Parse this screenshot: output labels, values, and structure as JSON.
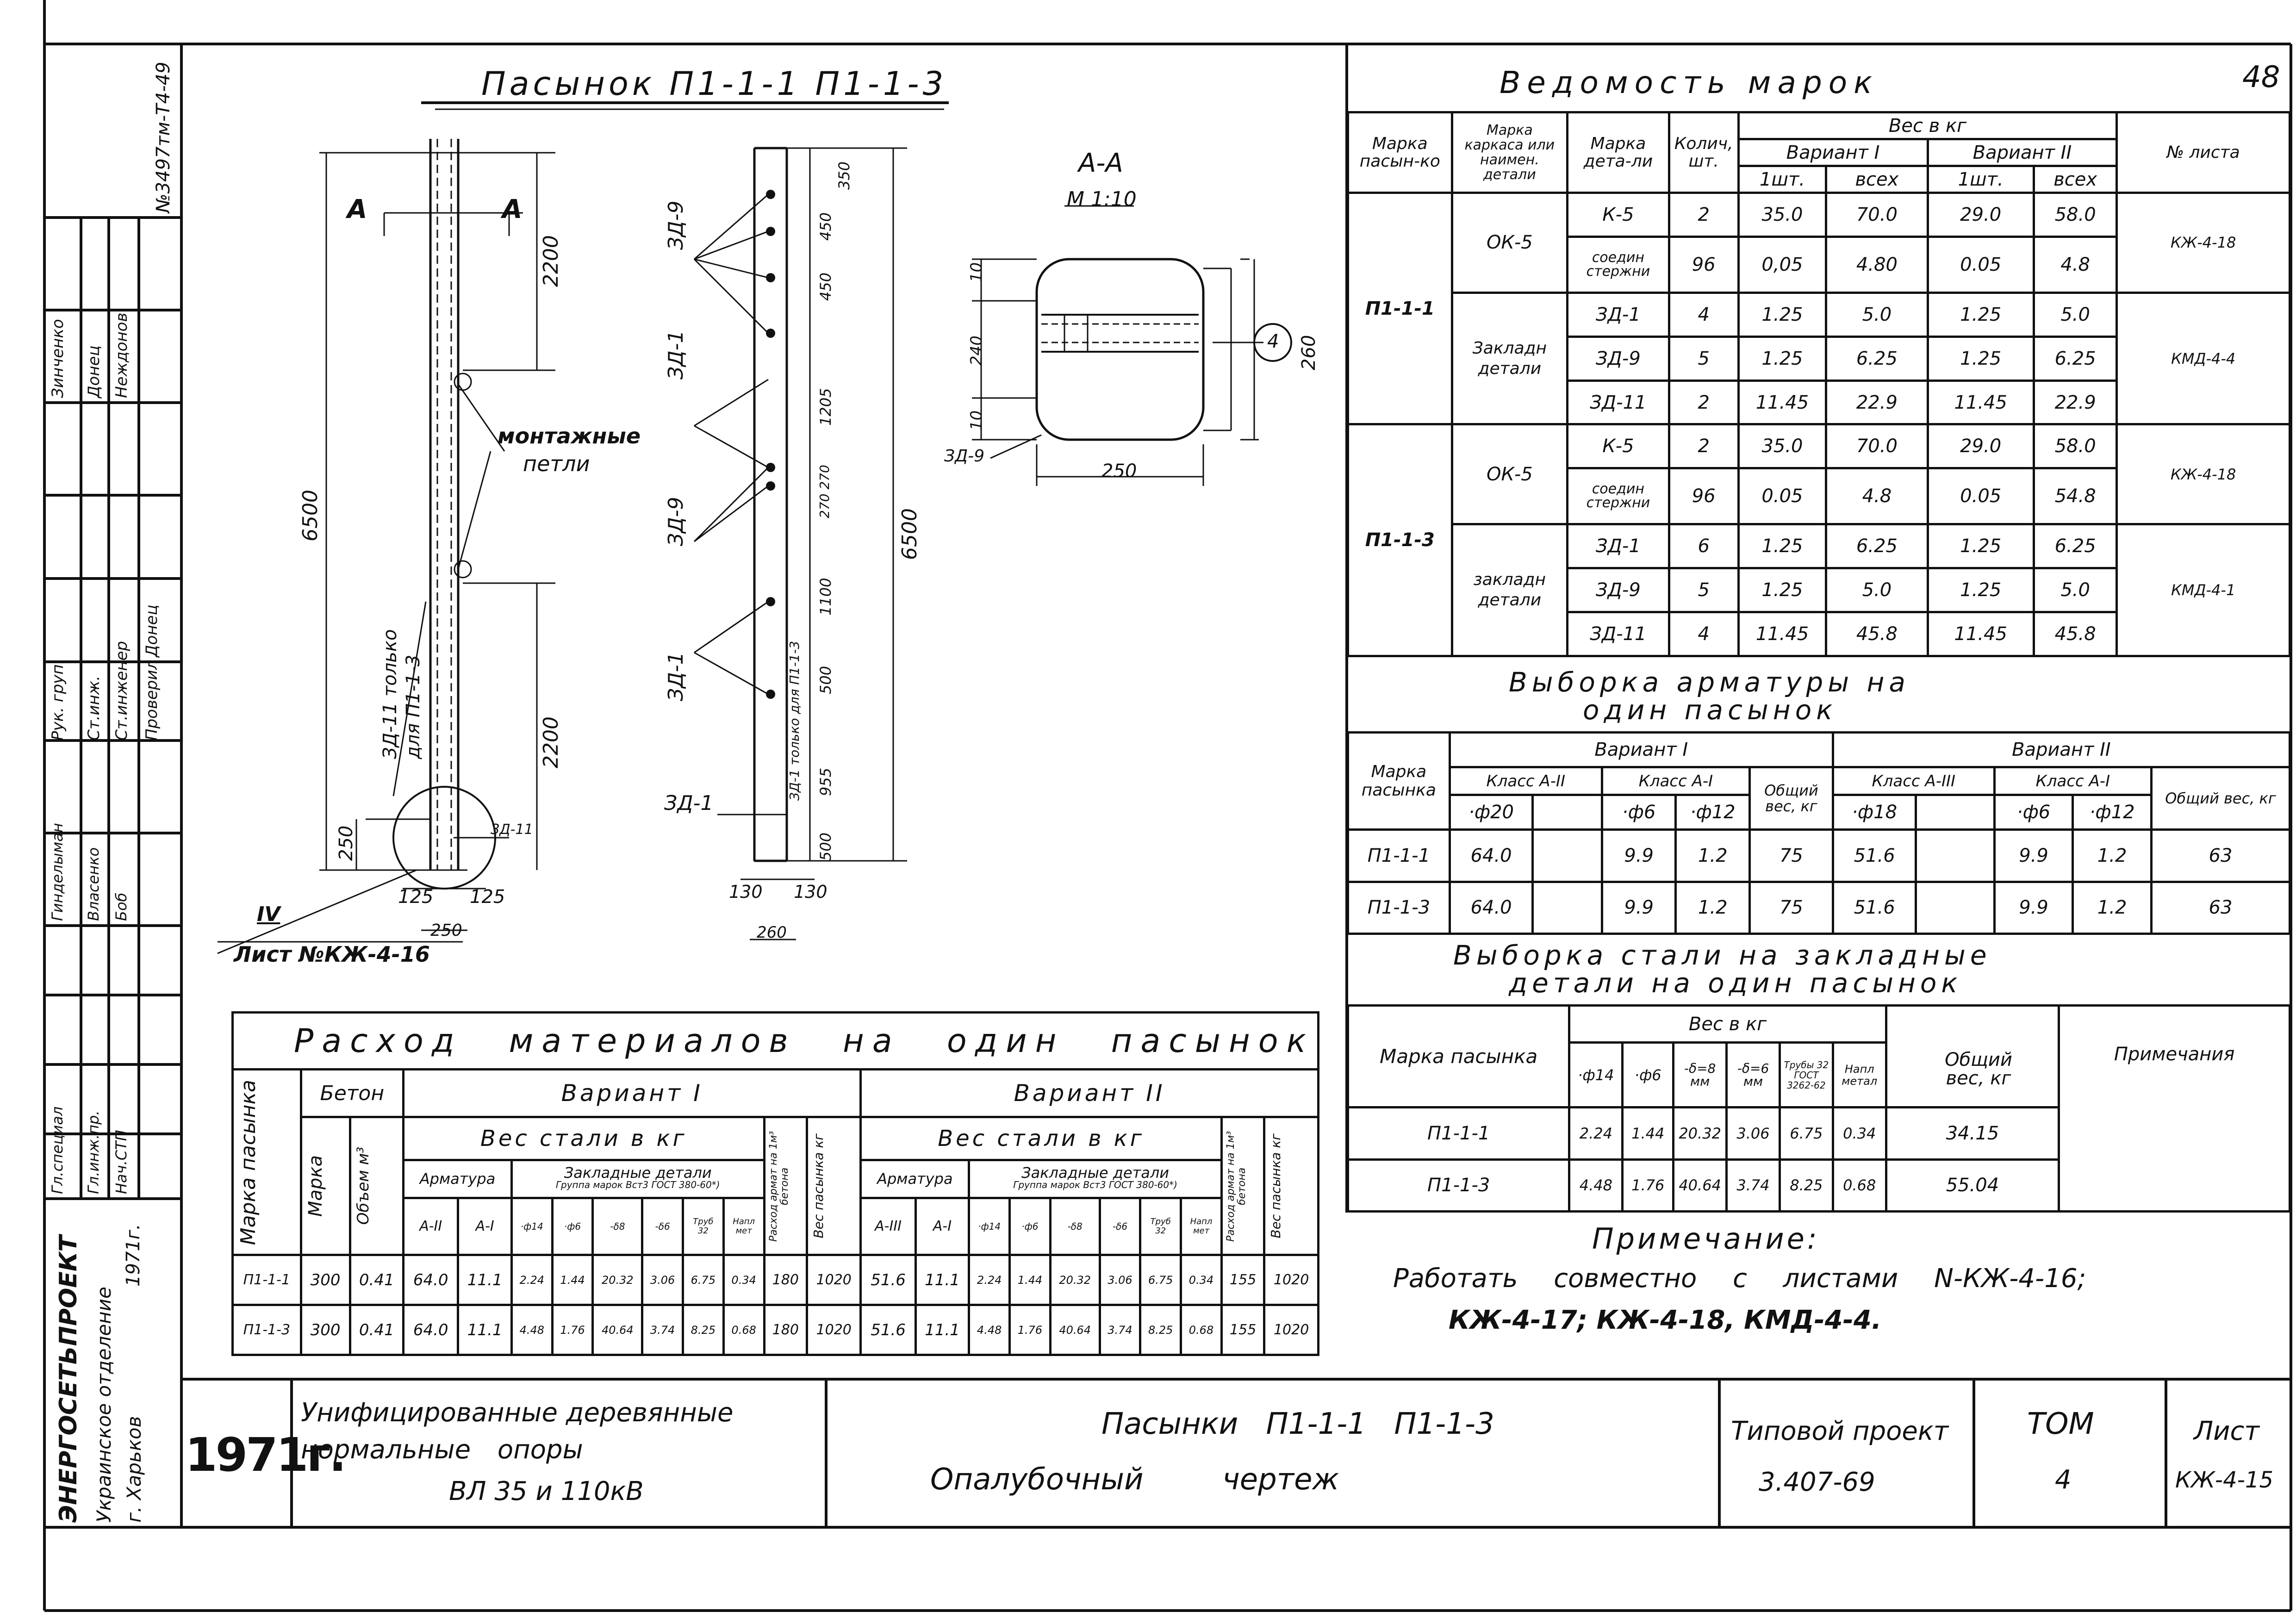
{
  "sheet_number": "48",
  "stamp_sheet": {
    "vertical_code": "№3497тм-Т4-49",
    "signatures": [
      {
        "role": "Рук. груп.",
        "name": "Зинченко"
      },
      {
        "role": "Ст.инж.",
        "name": "Донец"
      },
      {
        "role": "Ст.инженер",
        "name": "Неждонов"
      },
      {
        "role": "Проверил",
        "name": "Донец"
      },
      {
        "role": "Гл.специал",
        "name": "Гинделыман"
      },
      {
        "role": "Гл.инж.пр.",
        "name": "Власенко"
      },
      {
        "role": "Нач.СТП",
        "name": "Боб"
      }
    ],
    "org_line1": "ЭНЕРГОСЕТЬПРОЕКТ",
    "org_line2": "Украинское отделение",
    "org_line3": "г. Харьков",
    "org_year": "1971г."
  },
  "drawing": {
    "title": "Пасынок П1-1-1 П1-1-3",
    "section_label": "А-А",
    "section_scale": "М 1:10",
    "labels": {
      "cut_a1": "А",
      "cut_a2": "А",
      "montazh": "монтажные",
      "petli": "петли",
      "zd11_only": "ЗД-11 только",
      "zd11_only2": "для П1-1-3",
      "sheet_ref": "Лист №КЖ-4-16",
      "iv": "IV",
      "zd9_a": "ЗД-9",
      "zd1_a": "ЗД-1",
      "zd9_b": "ЗД-9",
      "zd1_b": "ЗД-1",
      "zd1_c": "ЗД-1",
      "zd1_only": "ЗД-1 только для П1-1-3",
      "zd11_s": "ЗД-11",
      "zd9_s": "ЗД-9",
      "circle4": "4"
    },
    "dims": {
      "d6500a": "6500",
      "d2200a": "2200",
      "d2200b": "2200",
      "d250": "250",
      "d125a": "125",
      "d125b": "125",
      "d250b": "250",
      "d350": "350",
      "d450a": "450",
      "d450b": "450",
      "d1205": "1205",
      "d270": "270 270",
      "d1100": "1100",
      "d500a": "500",
      "d955": "955",
      "d500b": "500",
      "d6500b": "6500",
      "d130a": "130",
      "d130b": "130",
      "d260": "260",
      "s10a": "10",
      "s240": "240",
      "s10b": "10",
      "s260": "260",
      "s250": "250"
    }
  },
  "vedomost": {
    "title": "Ведомость марок",
    "h_marka": "Марка пасын-ко",
    "h_karkas": "Марка каркаса или наимен. детали",
    "h_detal": "Марка дета-ли",
    "h_kol": "Колич, шт.",
    "h_ves": "Вес в кг",
    "h_var1": "Вариант I",
    "h_var2": "Вариант II",
    "h_1sht": "1шт.",
    "h_vseh": "всех",
    "h_list": "№ листа",
    "rows": [
      [
        "П1-1-1",
        "ОК-5",
        "К-5",
        "2",
        "35.0",
        "70.0",
        "29.0",
        "58.0",
        "КЖ-4-18"
      ],
      [
        "",
        "",
        "соедин стержни",
        "96",
        "0,05",
        "4.80",
        "0.05",
        "4.8",
        ""
      ],
      [
        "",
        "Закладн детали",
        "ЗД-1",
        "4",
        "1.25",
        "5.0",
        "1.25",
        "5.0",
        "КМД-4-4"
      ],
      [
        "",
        "",
        "ЗД-9",
        "5",
        "1.25",
        "6.25",
        "1.25",
        "6.25",
        ""
      ],
      [
        "",
        "",
        "ЗД-11",
        "2",
        "11.45",
        "22.9",
        "11.45",
        "22.9",
        ""
      ],
      [
        "П1-1-3",
        "ОК-5",
        "К-5",
        "2",
        "35.0",
        "70.0",
        "29.0",
        "58.0",
        "КЖ-4-18"
      ],
      [
        "",
        "",
        "соедин стержни",
        "96",
        "0.05",
        "4.8",
        "0.05",
        "54.8",
        ""
      ],
      [
        "",
        "закладн детали",
        "ЗД-1",
        "6",
        "1.25",
        "6.25",
        "1.25",
        "6.25",
        "КМД-4-1"
      ],
      [
        "",
        "",
        "ЗД-9",
        "5",
        "1.25",
        "5.0",
        "1.25",
        "5.0",
        ""
      ],
      [
        "",
        "",
        "ЗД-11",
        "4",
        "11.45",
        "45.8",
        "11.45",
        "45.8",
        ""
      ]
    ]
  },
  "vyborka_arm": {
    "title1": "Выборка арматуры на",
    "title2": "один пасынок",
    "h_marka": "Марка пасынка",
    "h_var1": "Вариант I",
    "h_var2": "Вариант II",
    "h_klA2": "Класс А-II",
    "h_klA1": "Класс А-I",
    "h_klA3": "Класс А-III",
    "h_klA1b": "Класс А-I",
    "h_ob1": "Общий вес, кг",
    "h_ob2": "Общий вес, кг",
    "h_f20": "·ф20",
    "h_f6": "·ф6",
    "h_f12": "·ф12",
    "h_f18": "·ф18",
    "h_f6b": "·ф6",
    "h_f12b": "·ф12",
    "rows": [
      [
        "П1-1-1",
        "64.0",
        "",
        "9.9",
        "1.2",
        "75",
        "51.6",
        "",
        "9.9",
        "1.2",
        "63"
      ],
      [
        "П1-1-3",
        "64.0",
        "",
        "9.9",
        "1.2",
        "75",
        "51.6",
        "",
        "9.9",
        "1.2",
        "63"
      ]
    ]
  },
  "vyborka_stal": {
    "title1": "Выборка стали на закладные",
    "title2": "детали на один пасынок",
    "h_marka": "Марка пасынка",
    "h_ves": "Вес в кг",
    "h_cols": [
      "·ф14",
      "·ф6",
      "-δ=8 мм",
      "-δ=6 мм",
      "Трубы 32 ГОСТ 3262-62",
      "Напл метал"
    ],
    "h_obsh": "Общий вес, кг",
    "h_prim": "Примечания",
    "rows": [
      [
        "П1-1-1",
        "2.24",
        "1.44",
        "20.32",
        "3.06",
        "6.75",
        "0.34",
        "34.15",
        ""
      ],
      [
        "П1-1-3",
        "4.48",
        "1.76",
        "40.64",
        "3.74",
        "8.25",
        "0.68",
        "55.04",
        ""
      ]
    ]
  },
  "note": {
    "title": "Примечание:",
    "line1": "Работать совместно с листами N-КЖ-4-16;",
    "line2": "КЖ-4-17; КЖ-4-18, КМД-4-4."
  },
  "rashod": {
    "title": "Расход материалов на один пасынок",
    "h_marka": "Марка пасынка",
    "h_beton": "Бетон",
    "h_bmarka": "Марка",
    "h_bobem": "Объем м³",
    "h_var1": "Вариант I",
    "h_var2": "Вариант II",
    "h_vesstali": "Вес стали в кг",
    "h_vesstali2": "Вес стали в кг",
    "h_arm": "Арматура",
    "h_arm2": "Арматура",
    "h_zakl": "Закладные детали",
    "h_zakl2": "Закладные детали",
    "h_gost": "Группа марок Вст3 ГОСТ 380-60*)",
    "h_gost2": "Группа марок Вст3 ГОСТ 380-60*)",
    "h_rash": "Расход армат на 1м³ бетона",
    "h_ves": "Вес пасынка кг",
    "h_rash2": "Расход армат на 1м³ бетона",
    "h_ves2": "Вес пасынка кг",
    "h_sub1": [
      "А-II",
      "А-I",
      "·ф14",
      "·ф6",
      "-δ8",
      "-δ6",
      "Труб 32",
      "Напл мет"
    ],
    "h_sub2": [
      "А-III",
      "А-I",
      "·ф14",
      "·ф6",
      "-δ8",
      "-δ6",
      "Труб 32",
      "Напл мет"
    ],
    "rows": [
      [
        "П1-1-1",
        "300",
        "0.41",
        "64.0",
        "11.1",
        "2.24",
        "1.44",
        "20.32",
        "3.06",
        "6.75",
        "0.34",
        "180",
        "1020",
        "51.6",
        "11.1",
        "2.24",
        "1.44",
        "20.32",
        "3.06",
        "6.75",
        "0.34",
        "155",
        "1020"
      ],
      [
        "П1-1-3",
        "300",
        "0.41",
        "64.0",
        "11.1",
        "4.48",
        "1.76",
        "40.64",
        "3.74",
        "8.25",
        "0.68",
        "180",
        "1020",
        "51.6",
        "11.1",
        "4.48",
        "1.76",
        "40.64",
        "3.74",
        "8.25",
        "0.68",
        "155",
        "1020"
      ]
    ]
  },
  "title_block": {
    "year": "1971г.",
    "desc1": "Унифицированные деревянные",
    "desc2": "нормальные опоры",
    "desc3": "ВЛ 35 и 110кВ",
    "name1": "Пасынки П1-1-1 П1-1-3",
    "name2": "Опалубочный чертеж",
    "proj_label": "Типовой проект",
    "proj_num": "3.407-69",
    "tom_label": "ТОМ",
    "tom_num": "4",
    "list_label": "Лист",
    "list_num": "КЖ-4-15"
  }
}
